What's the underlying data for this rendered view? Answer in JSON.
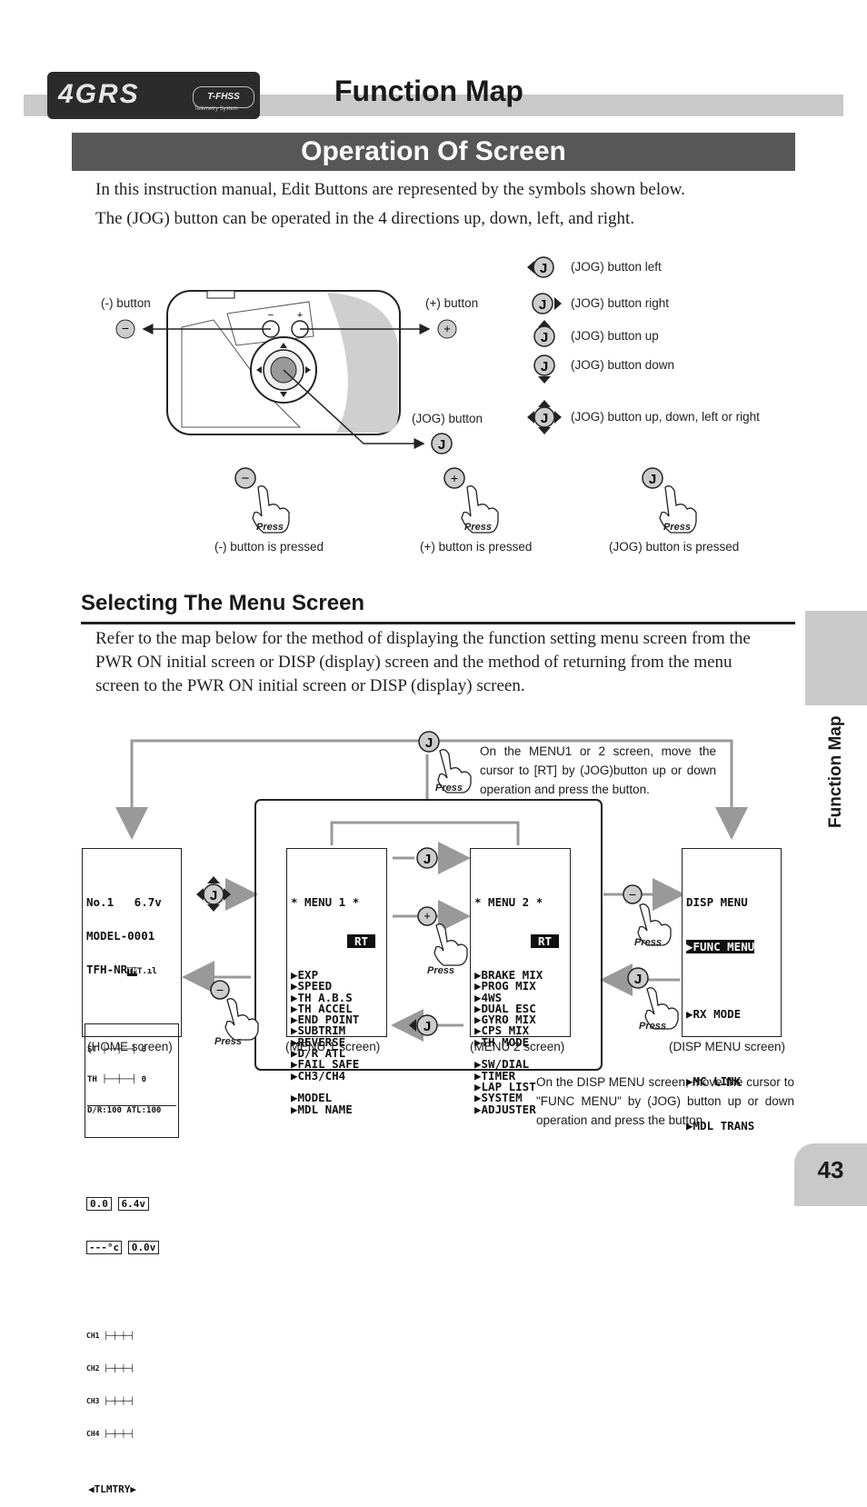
{
  "header": {
    "logo_text": "4GRS",
    "logo_badge": "T-FHSS",
    "logo_sub": "Telemetry System",
    "page_title": "Function Map"
  },
  "section": {
    "title": "Operation Of Screen",
    "intro_line1": "In this instruction manual, Edit Buttons are represented by the symbols shown below.",
    "intro_line2": "The (JOG) button can be operated in the 4 directions up, down, left, and right."
  },
  "buttons_diagram": {
    "minus_label": "(-) button",
    "plus_label": "(+) button",
    "jog_label": "(JOG) button",
    "jog_left": "(JOG) button left",
    "jog_right": "(JOG) button right",
    "jog_up": "(JOG) button up",
    "jog_down": "(JOG) button down",
    "jog_all": "(JOG) button up, down, left or right",
    "press": "Press",
    "minus_pressed": "(-) button is pressed",
    "plus_pressed": "(+) button is pressed",
    "jog_pressed": "(JOG) button is pressed",
    "j_letter": "J"
  },
  "selecting": {
    "heading": "Selecting  The Menu Screen",
    "para": "Refer to the map below for the method of displaying the function setting menu screen from the PWR ON initial screen or DISP (display) screen and the method of returning from the menu screen to the PWR ON initial screen or DISP (display) screen."
  },
  "side_tab": "Function Map",
  "page_number": "43",
  "map": {
    "note_top": "On the MENU1 or 2 screen, move the cursor to [RT] by (JOG)button up or down operation and press the button.",
    "note_bottom": "On the DISP MENU screen, move the cursor to \"FUNC MENU\" by (JOG) button up or down operation and press the button.",
    "home_caption": "(HOME screen)",
    "menu1_caption": "(MENU 1 screen)",
    "menu2_caption": "(MENU 2 screen)",
    "disp_caption": "(DISP MENU screen)",
    "home": {
      "line1": "No.1   6.7v",
      "line2": "MODEL-0001",
      "line3": "TFH-NR",
      "badge": "TM",
      "st": "ST",
      "th": "TH",
      "dr": "D/R:100 ATL:100",
      "timer": "0.0",
      "volt1": "6.4v",
      "temp": "---°c",
      "volt2": "0.0v",
      "ch1": "CH1",
      "ch2": "CH2",
      "ch3": "CH3",
      "ch4": "CH4",
      "tlmtry": "TLMTRY"
    },
    "menu1": {
      "title": "* MENU 1 *",
      "rt": "RT",
      "items": [
        "▶EXP",
        "▶SPEED",
        "▶TH A.B.S",
        "▶TH ACCEL",
        "▶END POINT",
        "▶SUBTRIM",
        "▶REVERSE",
        "▶D/R ATL",
        "▶FAIL SAFE",
        "▶CH3/CH4",
        "",
        "▶MODEL",
        "▶MDL NAME"
      ]
    },
    "menu2": {
      "title": "* MENU 2 *",
      "rt": "RT",
      "items": [
        "▶BRAKE MIX",
        "▶PROG MIX",
        "▶4WS",
        "▶DUAL ESC",
        "▶GYRO MIX",
        "▶CPS MIX",
        "▶TH MODE",
        "",
        "▶SW/DIAL",
        "▶TIMER",
        "▶LAP LIST",
        "▶SYSTEM",
        "▶ADJUSTER"
      ]
    },
    "disp": {
      "title": "DISP MENU",
      "func": "▶FUNC MENU",
      "rx": "▶RX MODE",
      "mc": "▶MC LINK",
      "trans": "▶MDL TRANS"
    }
  }
}
